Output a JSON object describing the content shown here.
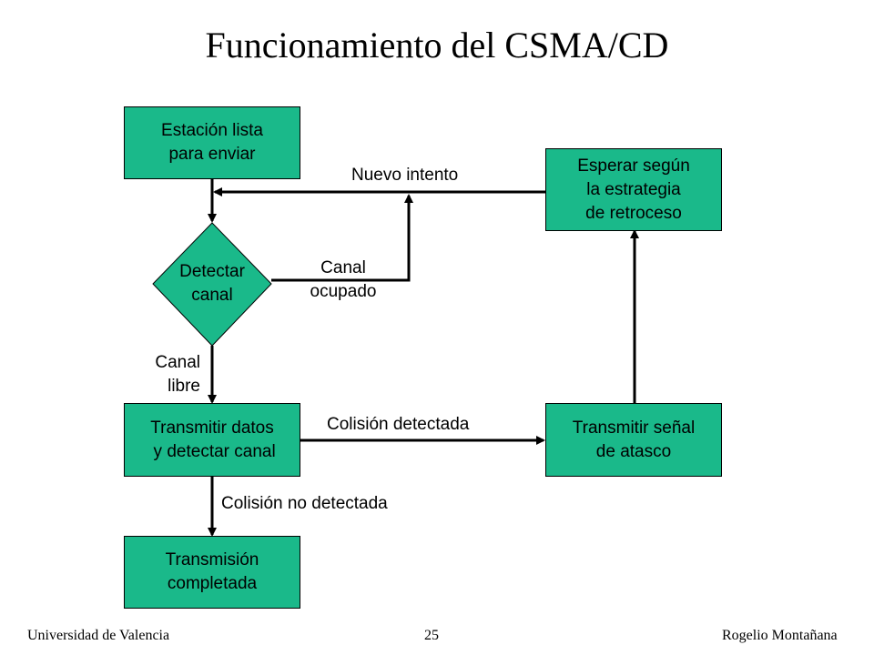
{
  "title": "Funcionamiento del CSMA/CD",
  "nodes": {
    "ready": "Estación lista\npara enviar",
    "sense": "Detectar\ncanal",
    "transmit": "Transmitir datos\n y detectar canal",
    "complete": "Transmisión\ncompletada",
    "jam": "Transmitir señal\nde atasco",
    "backoff": "Esperar según\nla estrategia\nde retroceso"
  },
  "edges": {
    "retry": "Nuevo intento",
    "busy": "Canal\nocupado",
    "free": "Canal\n libre",
    "collision": "Colisión detectada",
    "no_collision": "Colisión no detectada"
  },
  "footer": {
    "left": "Universidad de Valencia",
    "center": "25",
    "right": "Rogelio Montañana"
  },
  "colors": {
    "node_fill": "#1ab98a",
    "line": "#000000"
  }
}
